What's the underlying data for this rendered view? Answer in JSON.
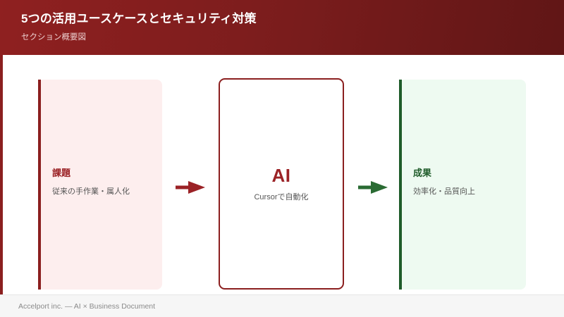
{
  "header": {
    "title": "5つの活用ユースケースとセキュリティ対策",
    "subtitle": "セクション概要図",
    "gradient_from": "#8f2020",
    "gradient_to": "#601616",
    "title_color": "#ffffff",
    "subtitle_color": "#eccfcf"
  },
  "accent_bar": {
    "color": "#8b1f1f"
  },
  "diagram": {
    "stages": [
      {
        "id": "problem",
        "title": "課題",
        "description": "従来の手作業・属人化",
        "background": "#fdeeee",
        "accent_color": "#8b1f1f",
        "title_color": "#9b2226"
      },
      {
        "id": "ai",
        "title": "AI",
        "description": "Cursorで自動化",
        "background": "#ffffff",
        "accent_color": "#8b1f1f",
        "title_color": "#9b2226"
      },
      {
        "id": "outcome",
        "title": "成果",
        "description": "効率化・品質向上",
        "background": "#eefaf1",
        "accent_color": "#1f5c2a",
        "title_color": "#1f5c2a"
      }
    ],
    "arrows": [
      {
        "id": "arrow-1",
        "icon": "arrow-right-icon",
        "color": "#9b2226"
      },
      {
        "id": "arrow-2",
        "icon": "arrow-right-icon",
        "color": "#2a6b33"
      }
    ]
  },
  "footer": {
    "text": "Accelport inc. — AI × Business Document",
    "text_color": "#8a8a8a",
    "background": "#f6f6f6"
  }
}
